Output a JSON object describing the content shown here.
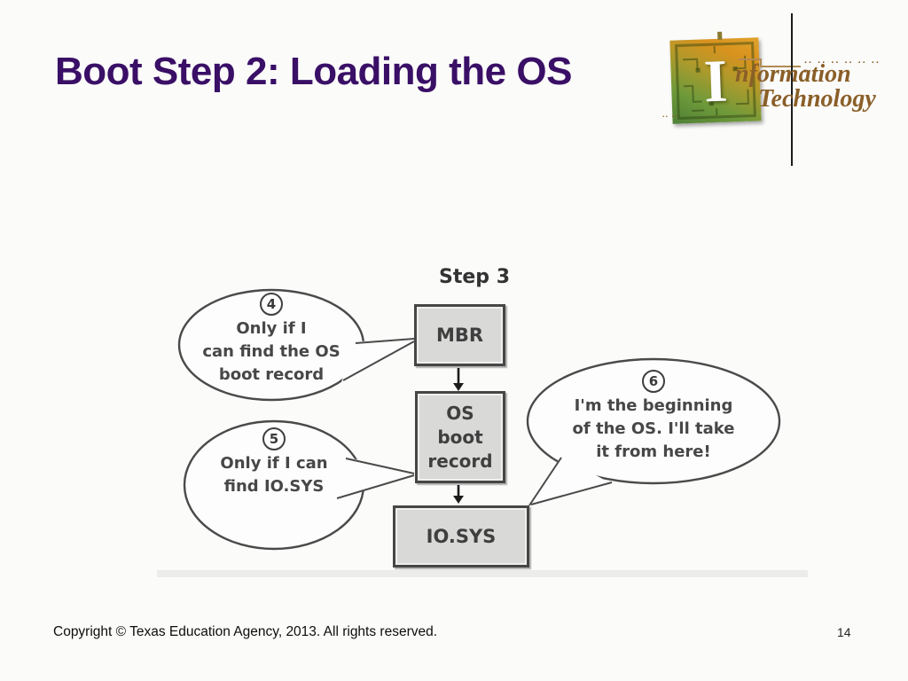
{
  "slide": {
    "title": "Boot Step 2: Loading the OS",
    "background_color": "#fbfbfa",
    "title_color": "#3a0f66"
  },
  "logo": {
    "letter": "I",
    "line1": "nformation",
    "line2": "Technology",
    "dashes_top": ".. .. .. .. .. ..",
    "dashes_bottom": ".. ..",
    "text_color": "#8a5f28",
    "chip_orange": "#d8921e",
    "chip_green": "#4e8036"
  },
  "diagram": {
    "step_label": "Step 3",
    "box_fill": "#d9d9d8",
    "box_border": "#464646",
    "outline_color": "#4a4a4a",
    "boxes": [
      {
        "label": "MBR"
      },
      {
        "lines": [
          "OS",
          "boot",
          "record"
        ]
      },
      {
        "label": "IO.SYS"
      }
    ],
    "bubbles": [
      {
        "number": "4",
        "lines": [
          "Only if I",
          "can find the OS",
          "boot record"
        ]
      },
      {
        "number": "5",
        "lines": [
          "Only if I can",
          "find IO.SYS"
        ]
      },
      {
        "number": "6",
        "lines": [
          "I'm the beginning",
          "of the OS. I'll take",
          "it from here!"
        ]
      }
    ]
  },
  "footer": {
    "copyright": "Copyright © Texas Education Agency, 2013. All rights reserved.",
    "page_number": "14"
  }
}
